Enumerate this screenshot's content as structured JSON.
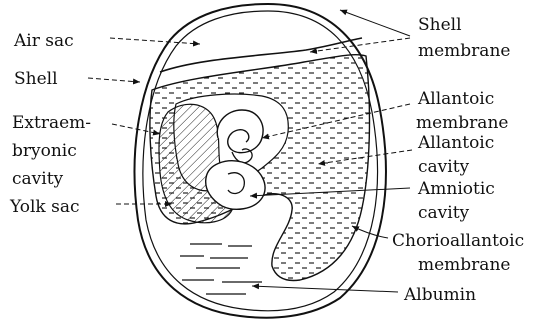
{
  "diagram": {
    "labels": {
      "air_sac": "Air sac",
      "shell": "Shell",
      "extraembryonic_1": "Extraem-",
      "extraembryonic_2": "bryonic",
      "extraembryonic_3": "cavity",
      "yolk_sac": "Yolk sac",
      "shell_membrane_1": "Shell",
      "shell_membrane_2": "membrane",
      "allantoic_membrane_1": "Allantoic",
      "allantoic_membrane_2": "membrane",
      "allantoic_cavity_1": "Allantoic",
      "allantoic_cavity_2": "cavity",
      "amniotic_cavity_1": "Amniotic",
      "amniotic_cavity_2": "cavity",
      "chorioallantoic_1": "Chorioallantoic",
      "chorioallantoic_2": "membrane",
      "albumin": "Albumin"
    }
  }
}
